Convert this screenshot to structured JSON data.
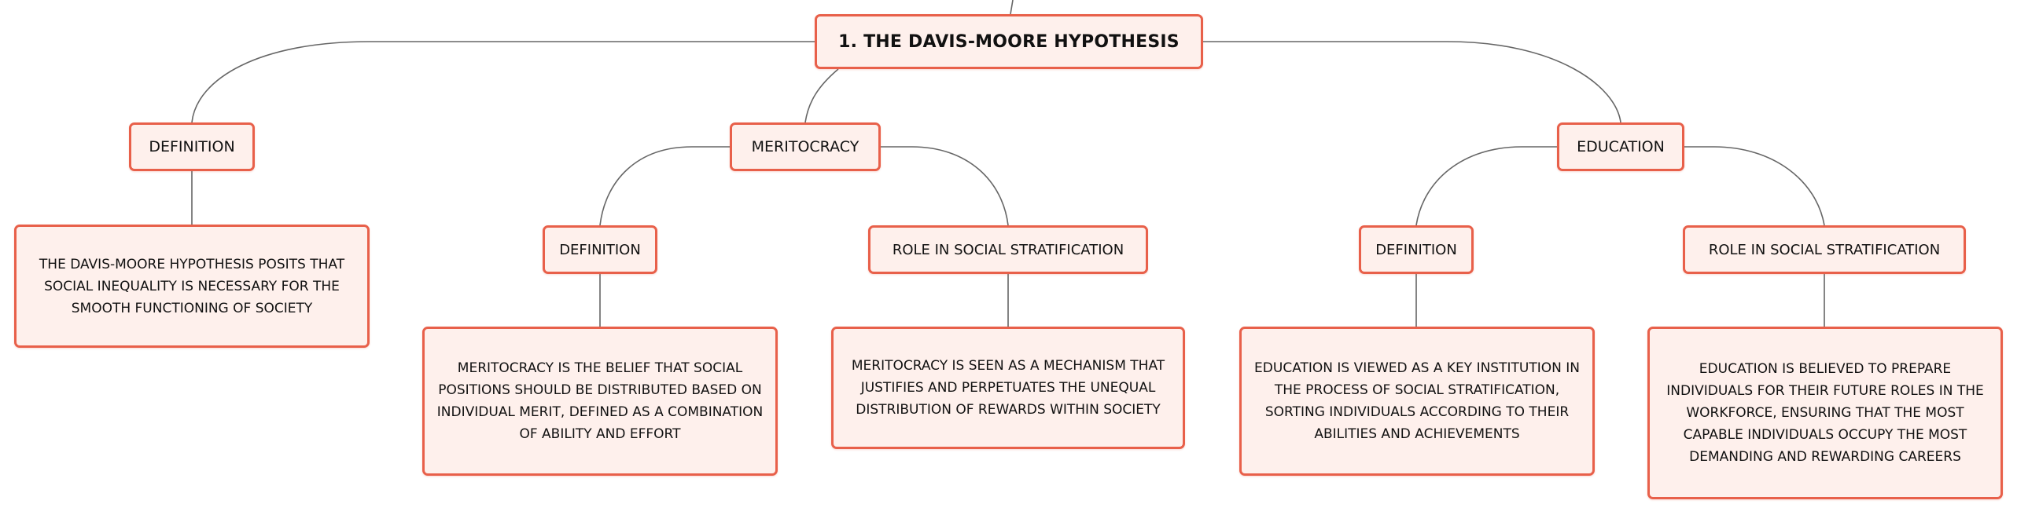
{
  "root": {
    "title": "1. THE DAVIS-MOORE HYPOTHESIS"
  },
  "definition": {
    "label": "DEFINITION",
    "text": "THE DAVIS-MOORE HYPOTHESIS POSITS THAT SOCIAL INEQUALITY IS NECESSARY FOR THE SMOOTH FUNCTIONING OF SOCIETY"
  },
  "meritocracy": {
    "label": "MERITOCRACY",
    "definition": {
      "label": "DEFINITION",
      "text": "MERITOCRACY IS THE BELIEF THAT SOCIAL POSITIONS SHOULD BE DISTRIBUTED BASED ON INDIVIDUAL MERIT, DEFINED AS A COMBINATION OF ABILITY AND EFFORT"
    },
    "role": {
      "label": "ROLE IN SOCIAL STRATIFICATION",
      "text": "MERITOCRACY IS SEEN AS A MECHANISM THAT JUSTIFIES AND PERPETUATES THE UNEQUAL DISTRIBUTION OF REWARDS WITHIN SOCIETY"
    }
  },
  "education": {
    "label": "EDUCATION",
    "definition": {
      "label": "DEFINITION",
      "text": "EDUCATION IS VIEWED AS A KEY INSTITUTION IN THE PROCESS OF SOCIAL STRATIFICATION, SORTING INDIVIDUALS ACCORDING TO THEIR ABILITIES AND ACHIEVEMENTS"
    },
    "role": {
      "label": "ROLE IN SOCIAL STRATIFICATION",
      "text": "EDUCATION IS BELIEVED TO PREPARE INDIVIDUALS FOR THEIR FUTURE ROLES IN THE WORKFORCE, ENSURING THAT THE MOST CAPABLE INDIVIDUALS OCCUPY THE MOST DEMANDING AND REWARDING CAREERS"
    }
  },
  "colors": {
    "node_border": "#e8604a",
    "node_fill": "#fef0ec",
    "connector": "#666666",
    "text": "#111111"
  }
}
